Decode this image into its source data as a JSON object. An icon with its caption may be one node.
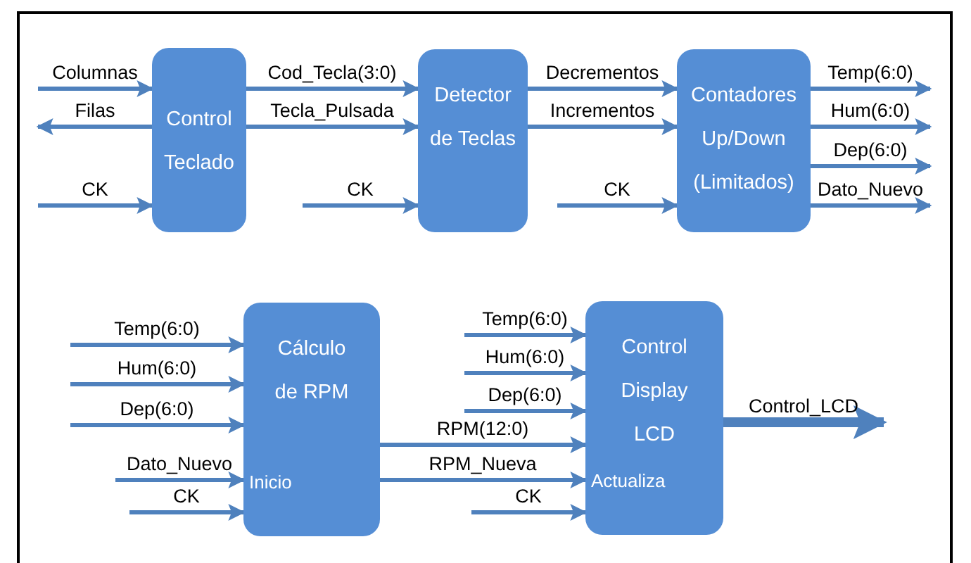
{
  "diagram": {
    "nodes": [
      {
        "text": [
          "Control Teclado"
        ]
      },
      {
        "text": [
          "Detector de Teclas"
        ]
      },
      {
        "text": [
          "Contadores Up/Down (Limitados)"
        ]
      },
      {
        "text": [
          "Cálculo de RPM",
          "Inicio"
        ]
      },
      {
        "text": [
          "Control Display LCD",
          "Actualiza"
        ]
      }
    ],
    "edges": [
      {
        "from": null,
        "to": 0,
        "arrow": "to",
        "label": "Columnas"
      },
      {
        "from": 0,
        "to": null,
        "arrow": "to",
        "label": "Filas"
      },
      {
        "from": null,
        "to": 0,
        "arrow": "to",
        "label": "CK"
      },
      {
        "from": 0,
        "to": 1,
        "arrow": "to",
        "label": "Cod_Tecla(3:0)"
      },
      {
        "from": 0,
        "to": 1,
        "arrow": "to",
        "label": "Tecla_Pulsada"
      },
      {
        "from": null,
        "to": 1,
        "arrow": "to",
        "label": "CK"
      },
      {
        "from": 1,
        "to": 2,
        "arrow": "to",
        "label": "Decrementos"
      },
      {
        "from": 1,
        "to": 2,
        "arrow": "to",
        "label": "Incrementos"
      },
      {
        "from": null,
        "to": 2,
        "arrow": "to",
        "label": "CK"
      },
      {
        "from": 2,
        "to": null,
        "arrow": "to",
        "label": "Temp(6:0)"
      },
      {
        "from": 2,
        "to": null,
        "arrow": "to",
        "label": "Hum(6:0)"
      },
      {
        "from": 2,
        "to": null,
        "arrow": "to",
        "label": "Dep(6:0)"
      },
      {
        "from": 2,
        "to": null,
        "arrow": "to",
        "label": "Dato_Nuevo"
      },
      {
        "from": null,
        "to": 3,
        "arrow": "to",
        "label": "Temp(6:0)"
      },
      {
        "from": null,
        "to": 3,
        "arrow": "to",
        "label": "Hum(6:0)"
      },
      {
        "from": null,
        "to": 3,
        "arrow": "to",
        "label": "Dep(6:0)"
      },
      {
        "from": null,
        "to": 3,
        "arrow": "to",
        "label": "Dato_Nuevo"
      },
      {
        "from": null,
        "to": 3,
        "arrow": "to",
        "label": "CK"
      },
      {
        "from": null,
        "to": 4,
        "arrow": "to",
        "label": "Temp(6:0)"
      },
      {
        "from": null,
        "to": 4,
        "arrow": "to",
        "label": "Hum(6:0)"
      },
      {
        "from": null,
        "to": 4,
        "arrow": "to",
        "label": "Dep(6:0)"
      },
      {
        "from": 3,
        "to": 4,
        "arrow": "to",
        "label": "RPM(12:0)"
      },
      {
        "from": 3,
        "to": 4,
        "arrow": "to",
        "label": "RPM_Nueva"
      },
      {
        "from": null,
        "to": 4,
        "arrow": "to",
        "label": "CK"
      },
      {
        "from": 4,
        "to": null,
        "arrow": "to",
        "label": "Control_LCD",
        "style": "thick"
      }
    ]
  }
}
